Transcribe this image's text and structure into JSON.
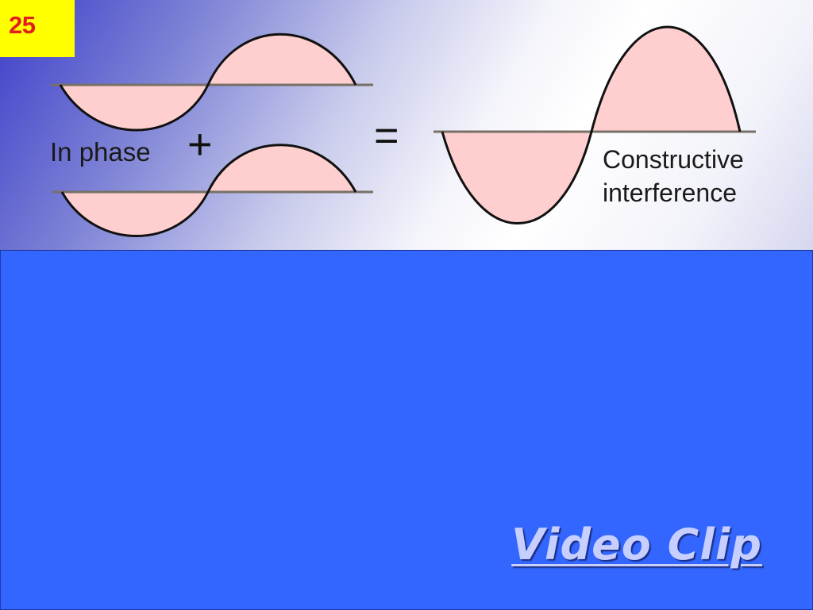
{
  "slide": {
    "number": "25"
  },
  "diagram": {
    "in_phase_label": "In phase",
    "plus_sign": "+",
    "equals_sign": "=",
    "result_label_line1": "Constructive",
    "result_label_line2": "interference",
    "wave_fill_color": "#ffcfd0",
    "wave_stroke_color": "#111111",
    "baseline_color": "#777066"
  },
  "colors": {
    "badge_background": "#ffff00",
    "badge_text": "#e02020",
    "bottom_panel": "#3366ff",
    "link_text": "#c6cfff"
  },
  "video_link": {
    "label": "Video Clip"
  }
}
